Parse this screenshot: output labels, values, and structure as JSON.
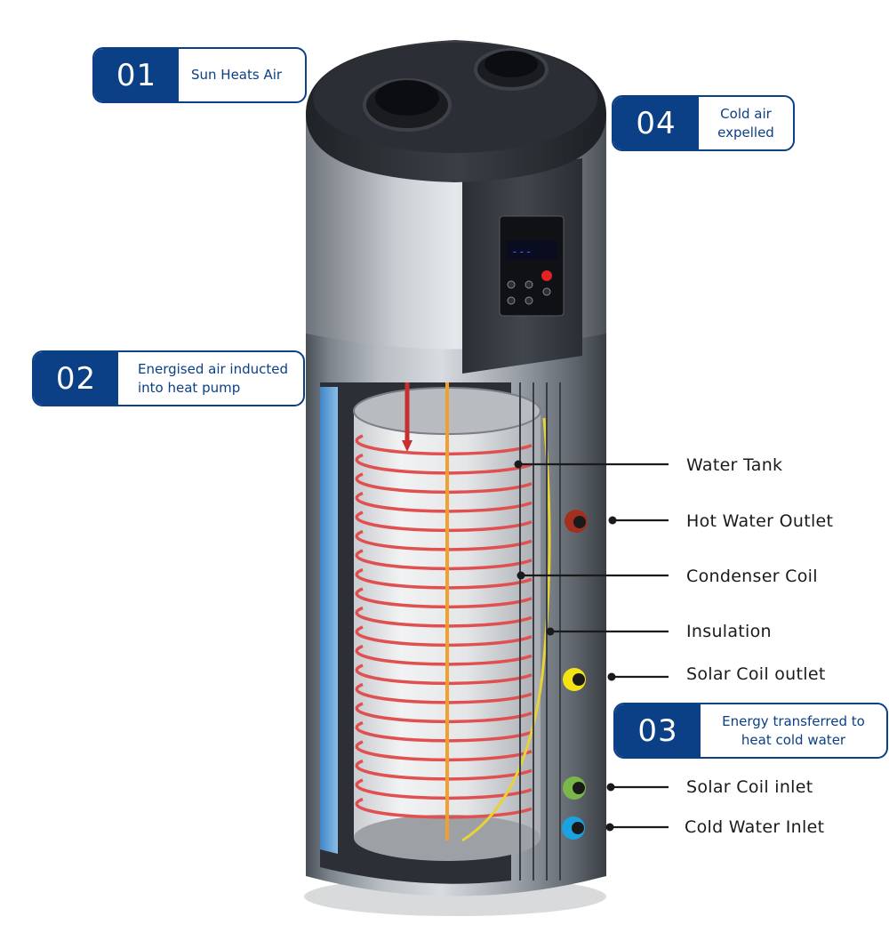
{
  "steps": [
    {
      "number": "01",
      "text": "Sun Heats Air"
    },
    {
      "number": "02",
      "text_line1": "Energised air inducted",
      "text_line2": "into heat pump"
    },
    {
      "number": "03",
      "text_line1": "Energy transferred to",
      "text_line2": "heat cold water"
    },
    {
      "number": "04",
      "text_line1": "Cold air",
      "text_line2": "expelled"
    }
  ],
  "parts": {
    "water_tank": "Water Tank",
    "hot_water_outlet": "Hot Water Outlet",
    "condenser_coil": "Condenser Coil",
    "insulation": "Insulation",
    "solar_coil_outlet": "Solar Coil outlet",
    "solar_coil_inlet": "Solar Coil inlet",
    "cold_water_inlet": "Cold Water Inlet"
  },
  "colors": {
    "brand_blue": "#0b3f86",
    "hot_outlet": "#a3301f",
    "solar_outlet": "#f3e313",
    "solar_inlet": "#7ab648",
    "cold_inlet": "#1aa3e0",
    "coil": "#e05050"
  }
}
